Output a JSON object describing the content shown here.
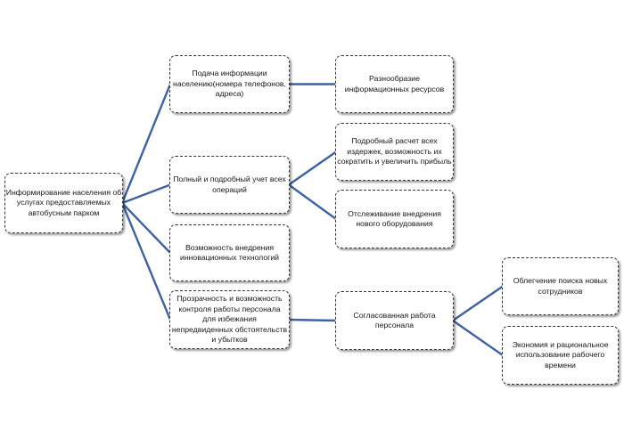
{
  "diagram": {
    "connector_color": "#3f62a0",
    "root": {
      "label": "Информирование населения об\nуслугах предоставляемых\nавтобусным парком",
      "children": [
        {
          "label": "Подача информации\nнаселению(номера телефонов,\nадреса)",
          "children": [
            {
              "label": "Разнообразие\nинформационных ресурсов"
            }
          ]
        },
        {
          "label": "Полный и подробный учет всех\nопераций",
          "children": [
            {
              "label": "Подробный расчет всех\nиздержек, возможность их\nсократить и увеличить прибыль"
            },
            {
              "label": "Отслеживание внедрения\nнового оборудования"
            }
          ]
        },
        {
          "label": "Возможность внедрения\nинновационных технологий"
        },
        {
          "label": "Прозрачность и возможность\nконтроля работы персонала\nдля избежания\nнепредвиденных обстоятельств\nи убытков",
          "children": [
            {
              "label": "Согласованная работа\nперсонала",
              "children": [
                {
                  "label": "Облегчение поиска новых\nсотрудников"
                },
                {
                  "label": "Экономия и рациональное\nиспользование рабочего\nвремени"
                }
              ]
            }
          ]
        }
      ]
    }
  }
}
